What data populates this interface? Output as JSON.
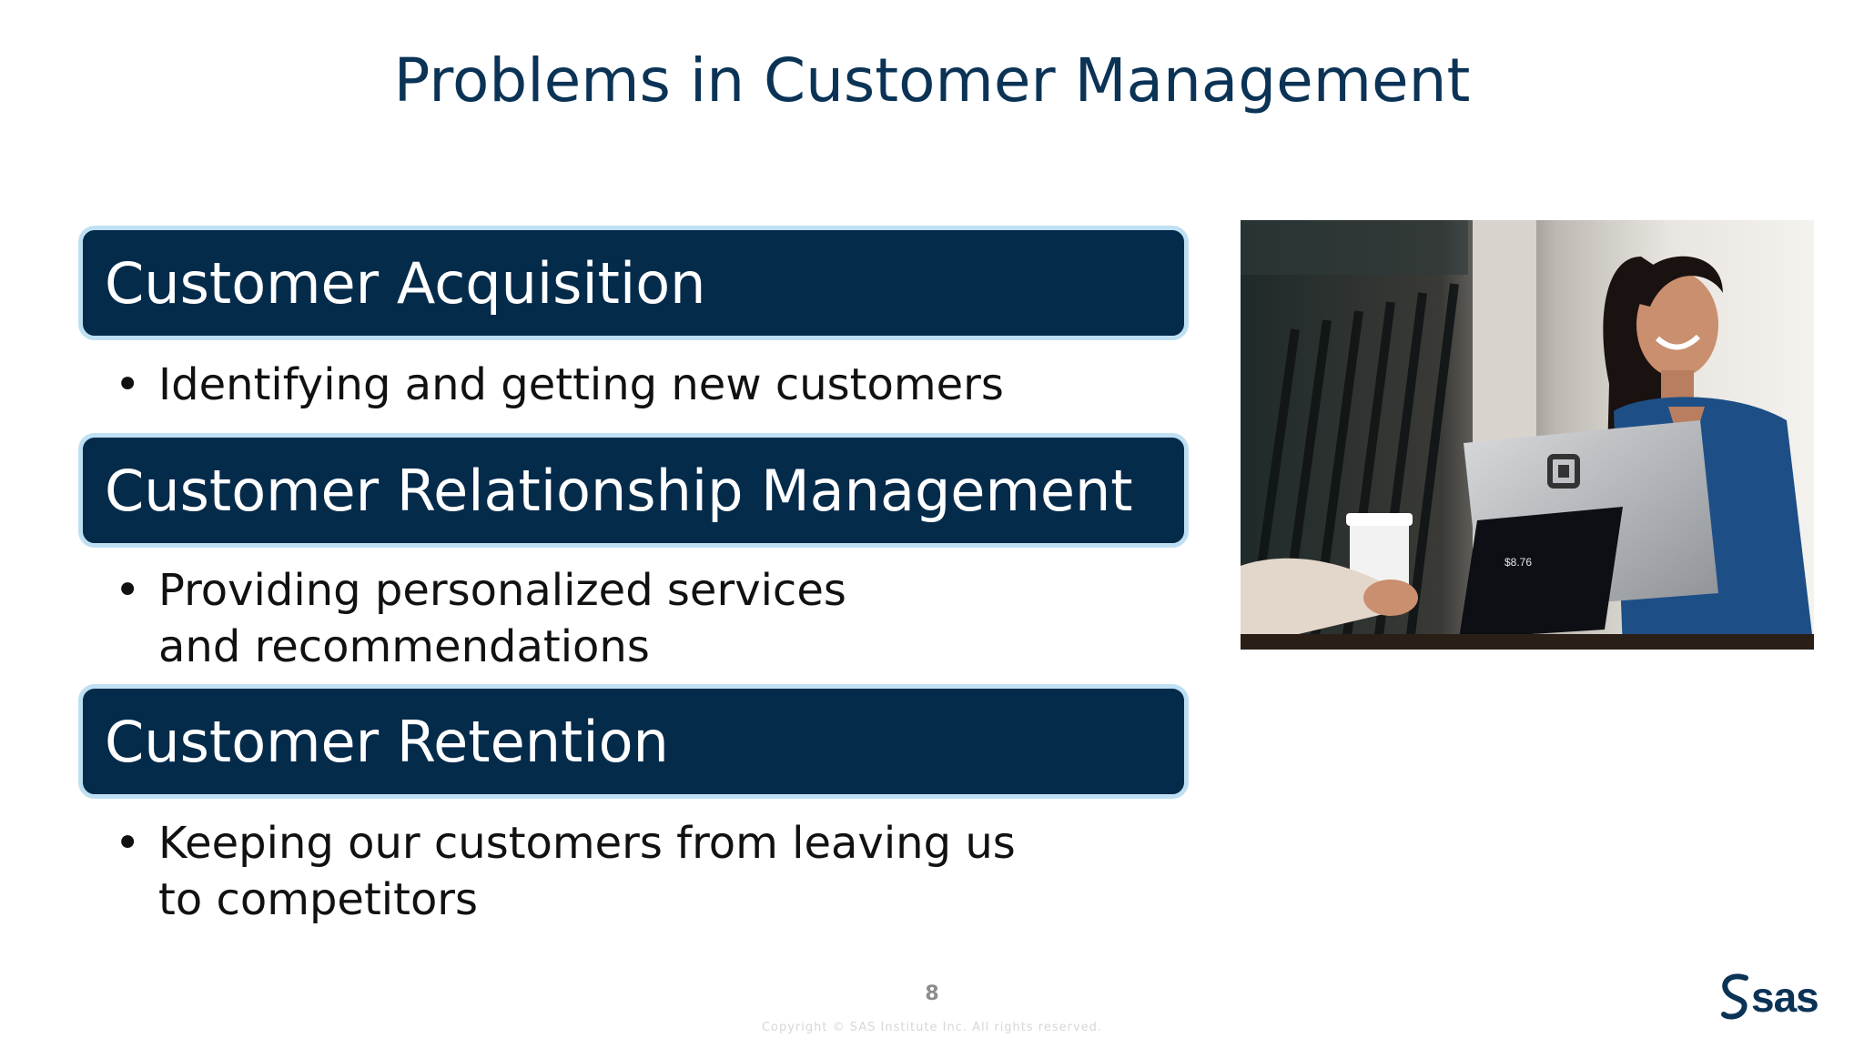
{
  "slide": {
    "title": "Problems in Customer Management",
    "sections": [
      {
        "heading": "Customer Acquisition",
        "bullet": "Identifying and getting new customers"
      },
      {
        "heading": "Customer Relationship Management",
        "bullet": "Providing personalized services and recommendations"
      },
      {
        "heading": "Customer Retention",
        "bullet": "Keeping our customers from leaving us to competitors"
      }
    ],
    "bullet_symbol": "•",
    "page_number": "8",
    "copyright": "Copyright © SAS Institute Inc. All rights reserved.",
    "logo_text": "sas",
    "photo_price_text": "$8.76",
    "colors": {
      "title": "#0b3356",
      "section_box": "#052b4b",
      "section_border": "#bfe0f2",
      "text": "#111111"
    }
  }
}
